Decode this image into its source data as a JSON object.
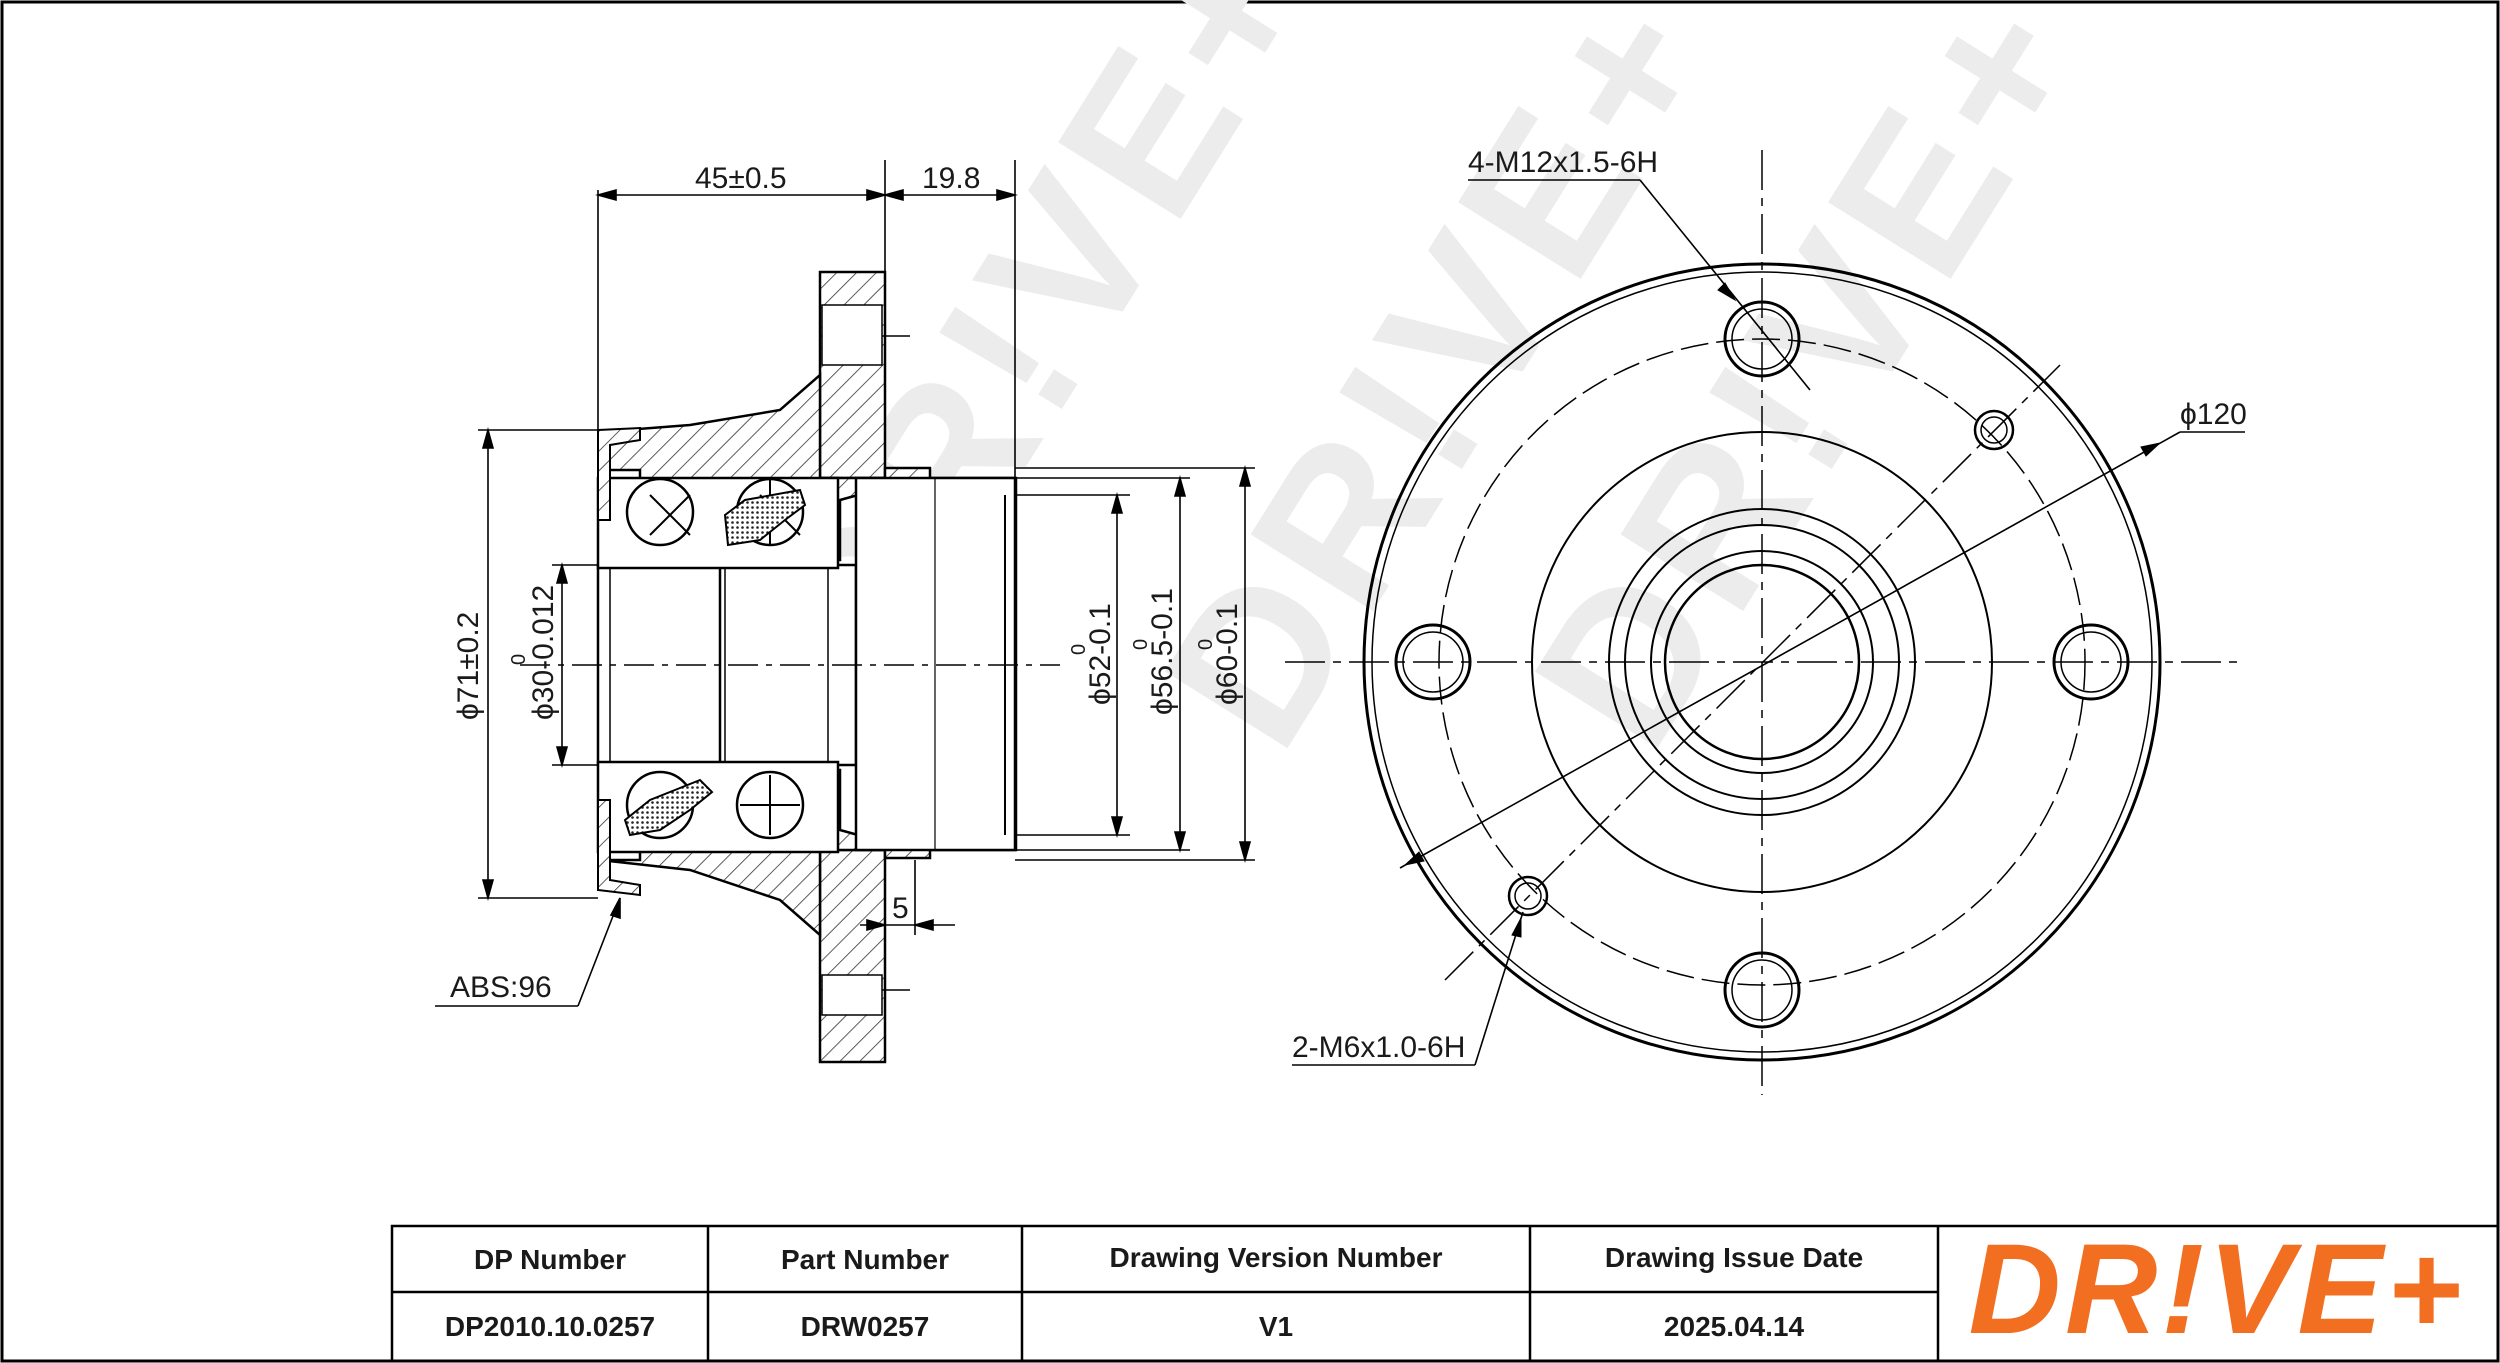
{
  "drawing": {
    "dimensions": {
      "width_45": "45±0.5",
      "width_198": "19.8",
      "dia_71": "ϕ71±0.2",
      "dia_30": "ϕ30-0.012",
      "dia_30_upper": "0",
      "dia_52": "ϕ52-0.1",
      "dia_52_upper": "0",
      "dia_565": "ϕ56.5-0.1",
      "dia_565_upper": "0",
      "dia_60": "ϕ60-0.1",
      "dia_60_upper": "0",
      "dim_5": "5",
      "abs": "ABS:96",
      "thread_m12": "4-M12x1.5-6H",
      "dia_120": "ϕ120",
      "thread_m6": "2-M6x1.0-6H"
    }
  },
  "title_block": {
    "headers": [
      "DP Number",
      "Part Number",
      "Drawing Version Number",
      "Drawing Issue Date"
    ],
    "values": [
      "DP2010.10.0257",
      "DRW0257",
      "V1",
      "2025.04.14"
    ]
  },
  "logo": {
    "text": "DR!VE+",
    "color": "#f26f21"
  },
  "watermark": {
    "text": "DR!VE+"
  }
}
